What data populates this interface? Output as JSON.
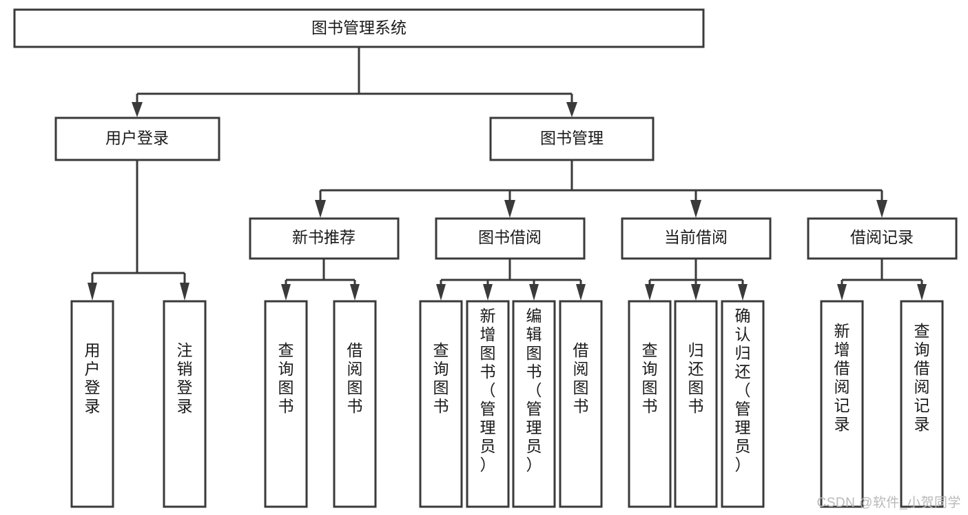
{
  "diagram": {
    "type": "tree-hierarchy-flowchart",
    "title": "图书管理系统",
    "watermark": "CSDN @软件_小贺同学",
    "colors": {
      "stroke": "#3a3a3a",
      "fill": "#ffffff",
      "text": "#1a1a1a",
      "watermark": "#b9b9b9",
      "background": "#ffffff"
    },
    "levels": [
      {
        "level": 1,
        "nodes": [
          {
            "id": "root",
            "label": "图书管理系统",
            "orientation": "horizontal"
          }
        ]
      },
      {
        "level": 2,
        "nodes": [
          {
            "id": "user-login",
            "label": "用户登录",
            "orientation": "horizontal",
            "parent": "root"
          },
          {
            "id": "book-manage",
            "label": "图书管理",
            "orientation": "horizontal",
            "parent": "root"
          }
        ]
      },
      {
        "level": 3,
        "nodes": [
          {
            "id": "new-book-rec",
            "label": "新书推荐",
            "orientation": "horizontal",
            "parent": "book-manage"
          },
          {
            "id": "book-borrow",
            "label": "图书借阅",
            "orientation": "horizontal",
            "parent": "book-manage"
          },
          {
            "id": "current-borrow",
            "label": "当前借阅",
            "orientation": "horizontal",
            "parent": "book-manage"
          },
          {
            "id": "borrow-record",
            "label": "借阅记录",
            "orientation": "horizontal",
            "parent": "book-manage"
          }
        ]
      },
      {
        "level": 4,
        "nodes": [
          {
            "id": "leaf-user-login",
            "label": "用户登录",
            "orientation": "vertical",
            "parent": "user-login"
          },
          {
            "id": "leaf-logout",
            "label": "注销登录",
            "orientation": "vertical",
            "parent": "user-login"
          },
          {
            "id": "leaf-query-book-1",
            "label": "查询图书",
            "orientation": "vertical",
            "parent": "new-book-rec"
          },
          {
            "id": "leaf-borrow-book-1",
            "label": "借阅图书",
            "orientation": "vertical",
            "parent": "new-book-rec"
          },
          {
            "id": "leaf-query-book-2",
            "label": "查询图书",
            "orientation": "vertical",
            "parent": "book-borrow"
          },
          {
            "id": "leaf-add-book",
            "label": "新增图书（管理员）",
            "orientation": "vertical",
            "parent": "book-borrow"
          },
          {
            "id": "leaf-edit-book",
            "label": "编辑图书（管理员）",
            "orientation": "vertical",
            "parent": "book-borrow"
          },
          {
            "id": "leaf-borrow-book-2",
            "label": "借阅图书",
            "orientation": "vertical",
            "parent": "book-borrow"
          },
          {
            "id": "leaf-query-book-3",
            "label": "查询图书",
            "orientation": "vertical",
            "parent": "current-borrow"
          },
          {
            "id": "leaf-return-book",
            "label": "归还图书",
            "orientation": "vertical",
            "parent": "current-borrow"
          },
          {
            "id": "leaf-confirm-return",
            "label": "确认归还（管理员）",
            "orientation": "vertical",
            "parent": "current-borrow"
          },
          {
            "id": "leaf-add-record",
            "label": "新增借阅记录",
            "orientation": "vertical",
            "parent": "borrow-record"
          },
          {
            "id": "leaf-query-record",
            "label": "查询借阅记录",
            "orientation": "vertical",
            "parent": "borrow-record"
          }
        ]
      }
    ],
    "edges": [
      {
        "from": "root",
        "to": "user-login"
      },
      {
        "from": "root",
        "to": "book-manage"
      },
      {
        "from": "user-login",
        "to": "leaf-user-login"
      },
      {
        "from": "user-login",
        "to": "leaf-logout"
      },
      {
        "from": "book-manage",
        "to": "new-book-rec"
      },
      {
        "from": "book-manage",
        "to": "book-borrow"
      },
      {
        "from": "book-manage",
        "to": "current-borrow"
      },
      {
        "from": "book-manage",
        "to": "borrow-record"
      },
      {
        "from": "new-book-rec",
        "to": "leaf-query-book-1"
      },
      {
        "from": "new-book-rec",
        "to": "leaf-borrow-book-1"
      },
      {
        "from": "book-borrow",
        "to": "leaf-query-book-2"
      },
      {
        "from": "book-borrow",
        "to": "leaf-add-book"
      },
      {
        "from": "book-borrow",
        "to": "leaf-edit-book"
      },
      {
        "from": "book-borrow",
        "to": "leaf-borrow-book-2"
      },
      {
        "from": "current-borrow",
        "to": "leaf-query-book-3"
      },
      {
        "from": "current-borrow",
        "to": "leaf-return-book"
      },
      {
        "from": "current-borrow",
        "to": "leaf-confirm-return"
      },
      {
        "from": "borrow-record",
        "to": "leaf-add-record"
      },
      {
        "from": "borrow-record",
        "to": "leaf-query-record"
      }
    ]
  }
}
